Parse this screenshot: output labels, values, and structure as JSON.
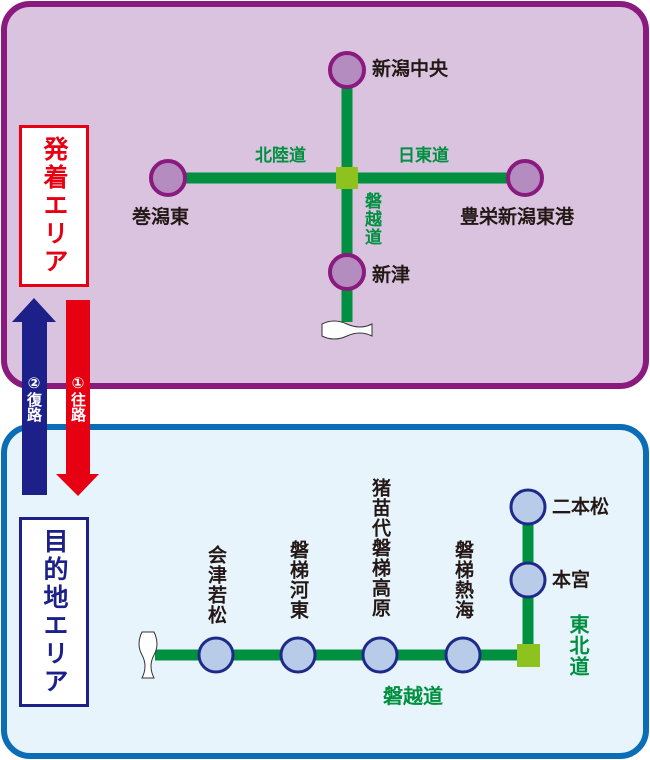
{
  "colors": {
    "line": "#009040",
    "junction": "#8dc21f",
    "departure_panel": "#d9c3df",
    "departure_border": "#8a1a7d",
    "destination_panel": "#e8f4fc",
    "destination_border": "#0a6db5",
    "outbound": "#e60012",
    "return": "#1d2088"
  },
  "departure": {
    "title": "発着エリア",
    "stations": {
      "north": "新潟中央",
      "west": "巻潟東",
      "east": "豊栄新潟東港",
      "south": "新津"
    },
    "routes": {
      "west": "北陸道",
      "east": "日東道",
      "south": "磐越道"
    }
  },
  "arrows": {
    "return": "②復路",
    "outbound": "①往路"
  },
  "destination": {
    "title": "目的地エリア",
    "stations": [
      "会津若松",
      "磐梯河東",
      "猪苗代磐梯高原",
      "磐梯熱海"
    ],
    "north_stations": [
      "二本松",
      "本宮"
    ],
    "routes": {
      "main": "磐越道",
      "north": "東北道"
    }
  }
}
